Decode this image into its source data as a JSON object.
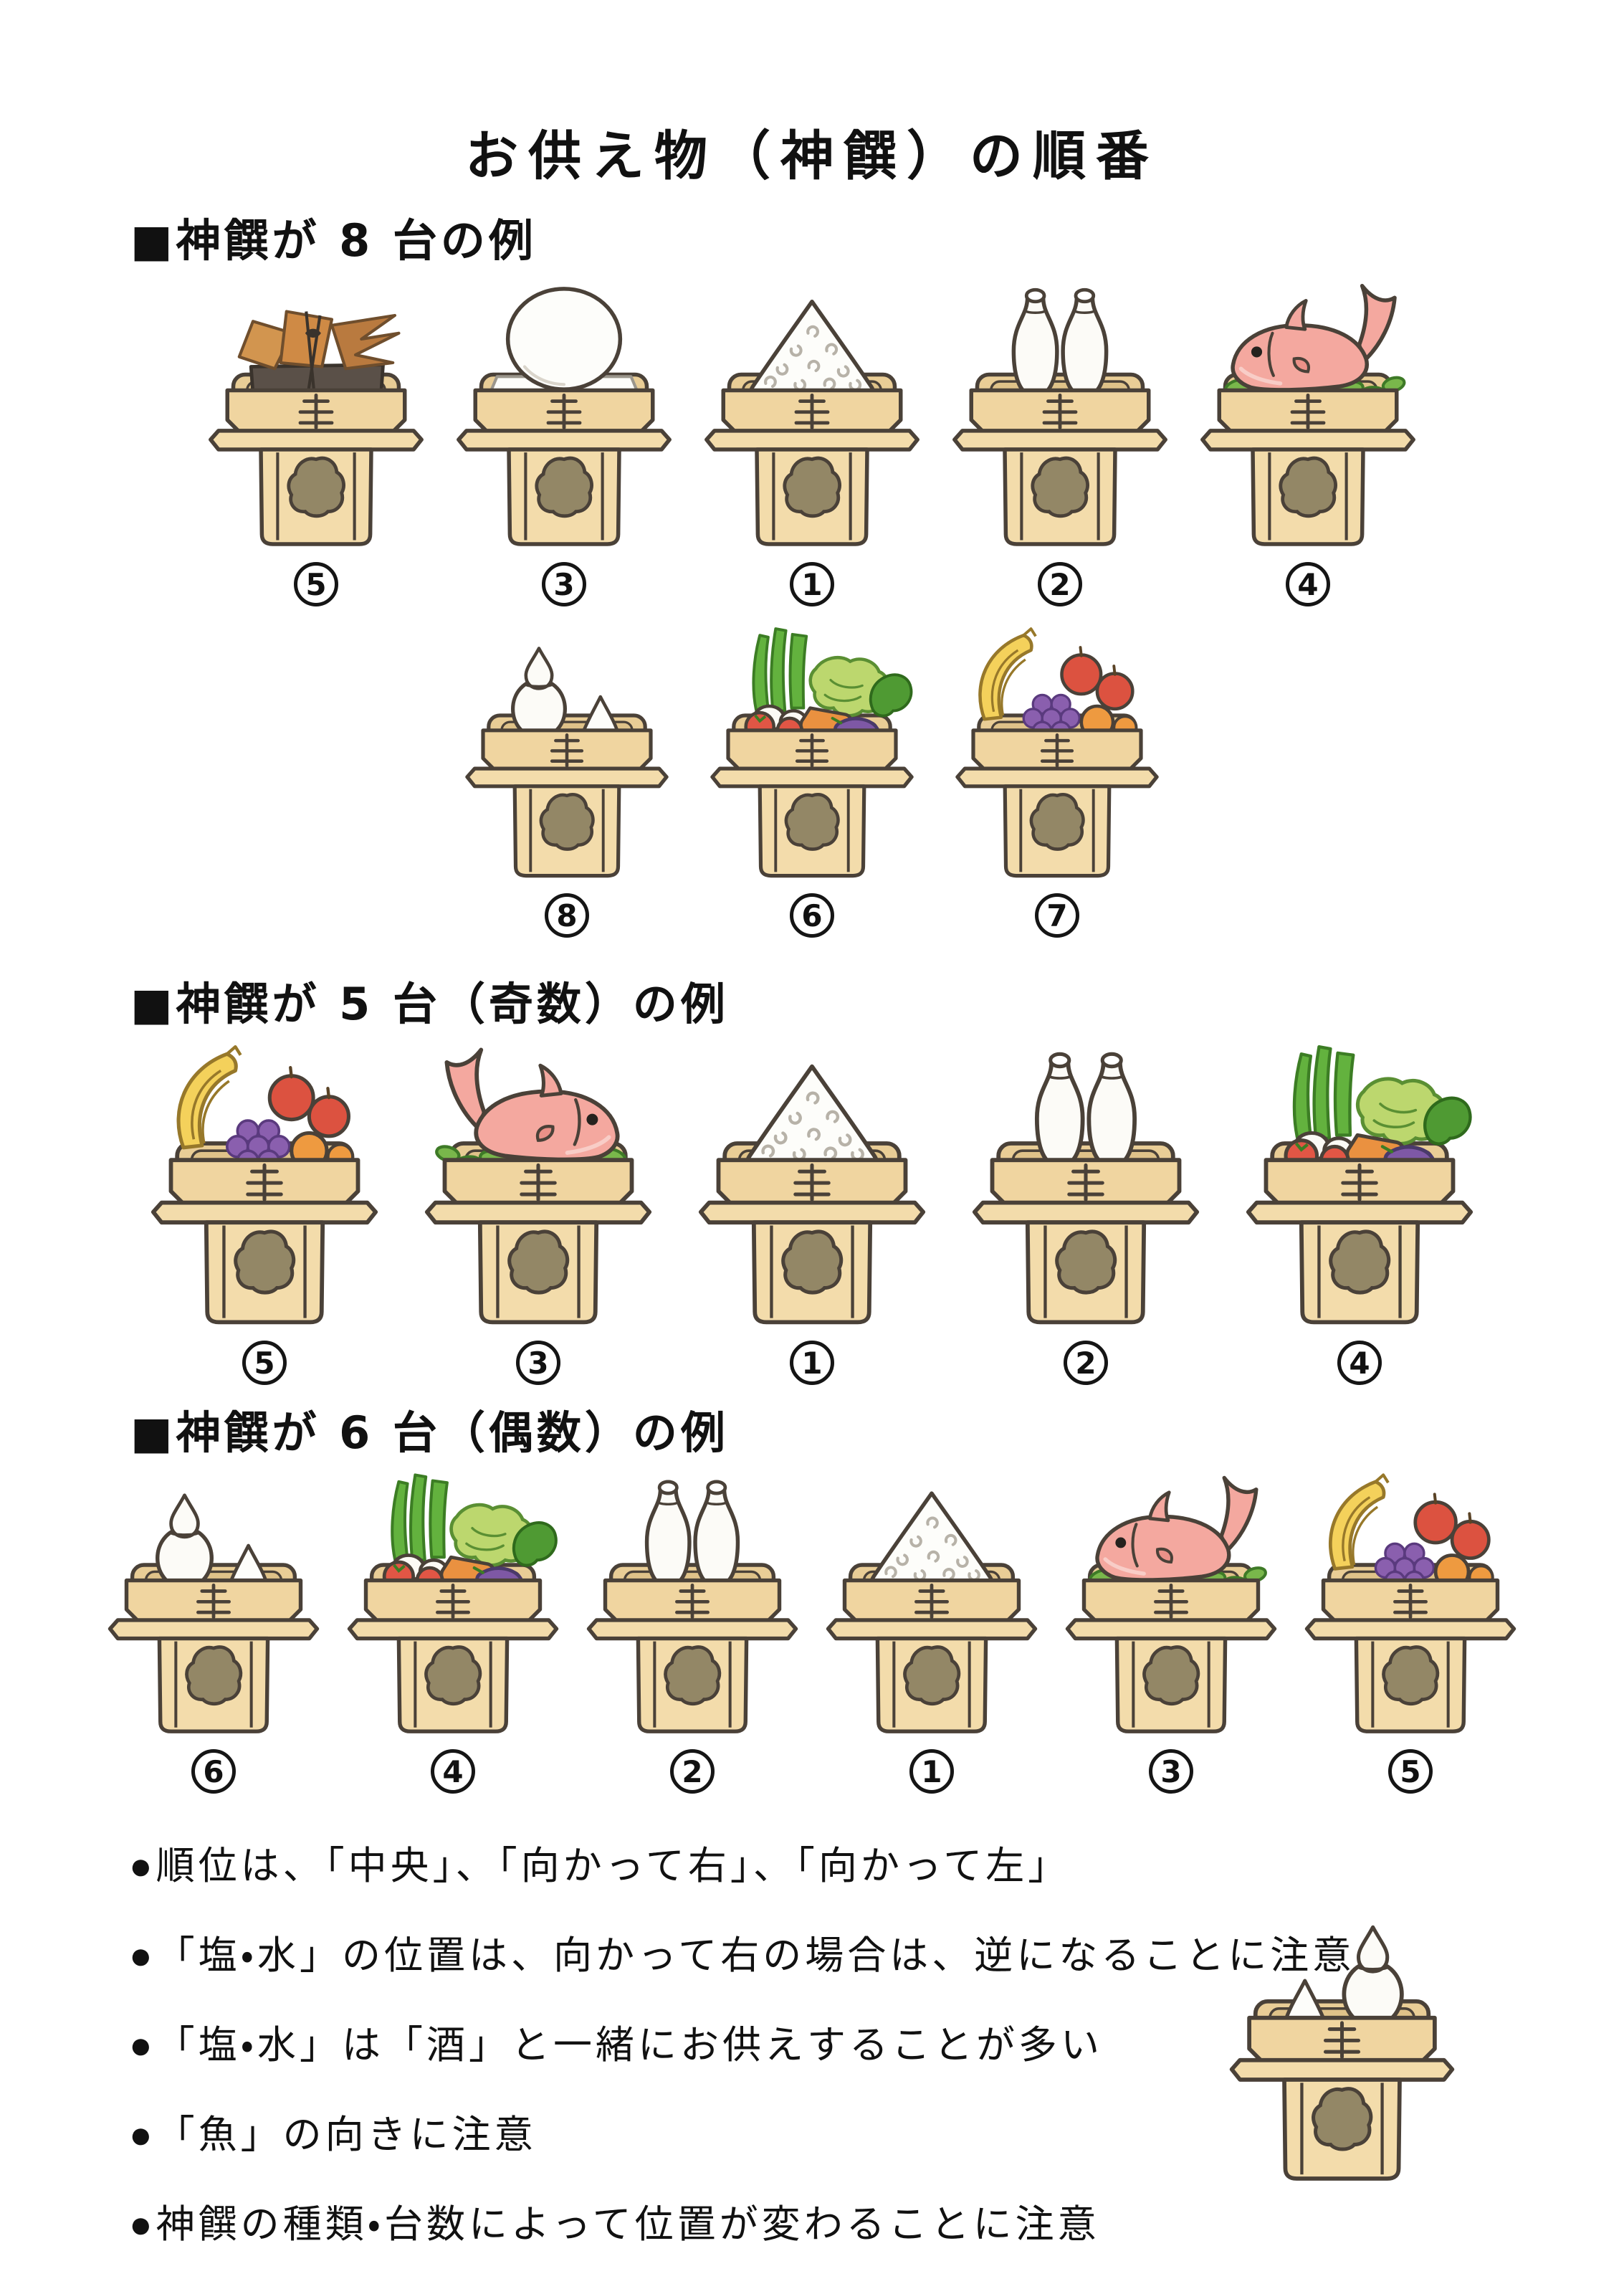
{
  "page": {
    "title": "お供え物（神饌）の順番",
    "background": "#ffffff"
  },
  "sections": [
    {
      "heading": "■神饌が 8 台の例",
      "rows": [
        {
          "stands": [
            {
              "item": "dried-goods",
              "number": "5"
            },
            {
              "item": "mochi",
              "number": "3"
            },
            {
              "item": "rice",
              "number": "1"
            },
            {
              "item": "sake",
              "number": "2"
            },
            {
              "item": "fish",
              "facing": "left",
              "number": "4"
            }
          ]
        },
        {
          "stands": [
            {
              "item": "water-salt",
              "number": "8"
            },
            {
              "item": "vegetables",
              "number": "6"
            },
            {
              "item": "fruits",
              "number": "7"
            }
          ]
        }
      ]
    },
    {
      "heading": "■神饌が 5 台（奇数）の例",
      "rows": [
        {
          "stands": [
            {
              "item": "fruits",
              "number": "5"
            },
            {
              "item": "fish",
              "facing": "right",
              "number": "3"
            },
            {
              "item": "rice",
              "number": "1"
            },
            {
              "item": "sake",
              "number": "2"
            },
            {
              "item": "vegetables",
              "number": "4"
            }
          ]
        }
      ]
    },
    {
      "heading": "■神饌が 6 台（偶数）の例",
      "rows": [
        {
          "stands": [
            {
              "item": "water-salt",
              "number": "6"
            },
            {
              "item": "vegetables",
              "number": "4"
            },
            {
              "item": "sake",
              "number": "2"
            },
            {
              "item": "rice",
              "number": "1"
            },
            {
              "item": "fish",
              "facing": "left",
              "number": "3"
            },
            {
              "item": "fruits",
              "number": "5"
            }
          ]
        }
      ]
    }
  ],
  "notes": [
    "●順位は、「中央」、「向かって右」、「向かって左」",
    "●「塩・水」の位置は、向かって右の場合は、逆になることに注意",
    "●「塩・水」は「酒」と一緒にお供えすることが多い",
    "●「魚」の向きに注意",
    "●神饌の種類・台数によって位置が変わることに注意"
  ],
  "footer_illustration": {
    "item": "salt-water"
  },
  "colors": {
    "stand": "#f0d5a0",
    "stand_light": "#f3dcab",
    "outline": "#4a4138",
    "hole": "#938766",
    "fish": "#f4a89f",
    "leaf": "#79b74b",
    "greens": "#63b23e",
    "lettuce": "#bcd76e",
    "tomato": "#e15645",
    "carrot": "#ea9140",
    "eggplant": "#7e58a5",
    "banana": "#f4d15b",
    "apple": "#dc5240",
    "grape": "#8a5fae",
    "orange_fruit": "#ee9a40",
    "dried_sheet": "#d2954f",
    "dried_log": "#5a5048"
  }
}
